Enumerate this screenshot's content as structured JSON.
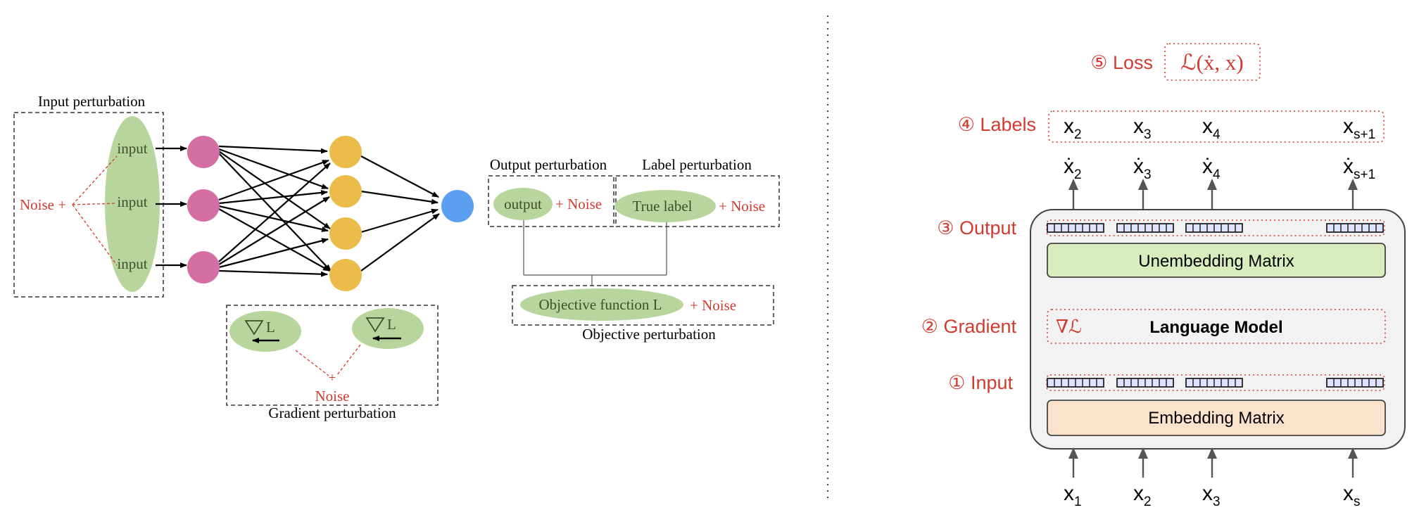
{
  "colors": {
    "noise_red": "#d23a2f",
    "pink": "#d46fa3",
    "yellow": "#ecbc4b",
    "blue": "#5a9ff0",
    "green_ellipse": "#b7d59d",
    "unembedding": "#d9ecbd",
    "embedding": "#fbe3cb",
    "model_box": "#f2f2f2"
  },
  "left": {
    "input_perturbation": {
      "title": "Input perturbation",
      "noise": "Noise +",
      "inputs": [
        "input",
        "input",
        "input"
      ]
    },
    "gradient_perturbation": {
      "label_a": "L",
      "label_b": "L",
      "noise": "Noise",
      "plus": "+",
      "title": "Gradient perturbation"
    },
    "output_perturbation": {
      "title": "Output perturbation",
      "output": "output",
      "noise": "+ Noise"
    },
    "label_perturbation": {
      "title": "Label perturbation",
      "true_label": "True label",
      "noise": "+ Noise"
    },
    "objective_perturbation": {
      "objective": "Objective function L",
      "noise": "+ Noise",
      "title": "Objective perturbation"
    }
  },
  "right": {
    "loss": {
      "label": "⑤ Loss",
      "formula": "ℒ(ẋ, x)"
    },
    "labels": {
      "label": "④ Labels",
      "tokens": [
        "x",
        "x",
        "x",
        "x"
      ],
      "subs": [
        "2",
        "3",
        "4",
        "s+1"
      ]
    },
    "predictions": {
      "tokens": [
        "ẋ",
        "ẋ",
        "ẋ",
        "ẋ"
      ],
      "subs": [
        "2",
        "3",
        "4",
        "s+1"
      ]
    },
    "output": {
      "label": "③ Output"
    },
    "unembedding": "Unembedding Matrix",
    "gradient": {
      "label": "② Gradient",
      "symbol": "∇ℒ"
    },
    "language_model": "Language Model",
    "input": {
      "label": "① Input"
    },
    "embedding": "Embedding Matrix",
    "inputs": {
      "tokens": [
        "x",
        "x",
        "x",
        "x"
      ],
      "subs": [
        "1",
        "2",
        "3",
        "s"
      ]
    }
  }
}
